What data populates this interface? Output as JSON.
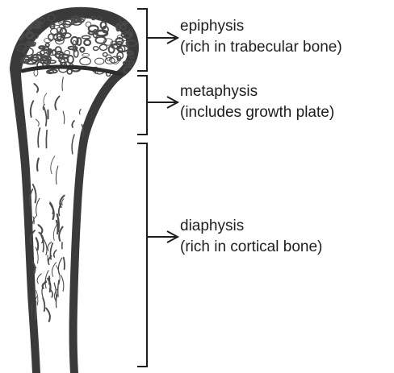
{
  "regions": [
    {
      "id": "epiphysis",
      "name": "epiphysis",
      "note": "(rich in trabecular bone)"
    },
    {
      "id": "metaphysis",
      "name": "metaphysis",
      "note": "(includes growth plate)"
    },
    {
      "id": "diaphysis",
      "name": "diaphysis",
      "note": "(rich in cortical bone)"
    }
  ],
  "colors": {
    "cortical": "#3a3a3a",
    "trabecular": "#4a4a4a",
    "marrow": "#ffffff",
    "annotation": "#1e1e1e"
  }
}
